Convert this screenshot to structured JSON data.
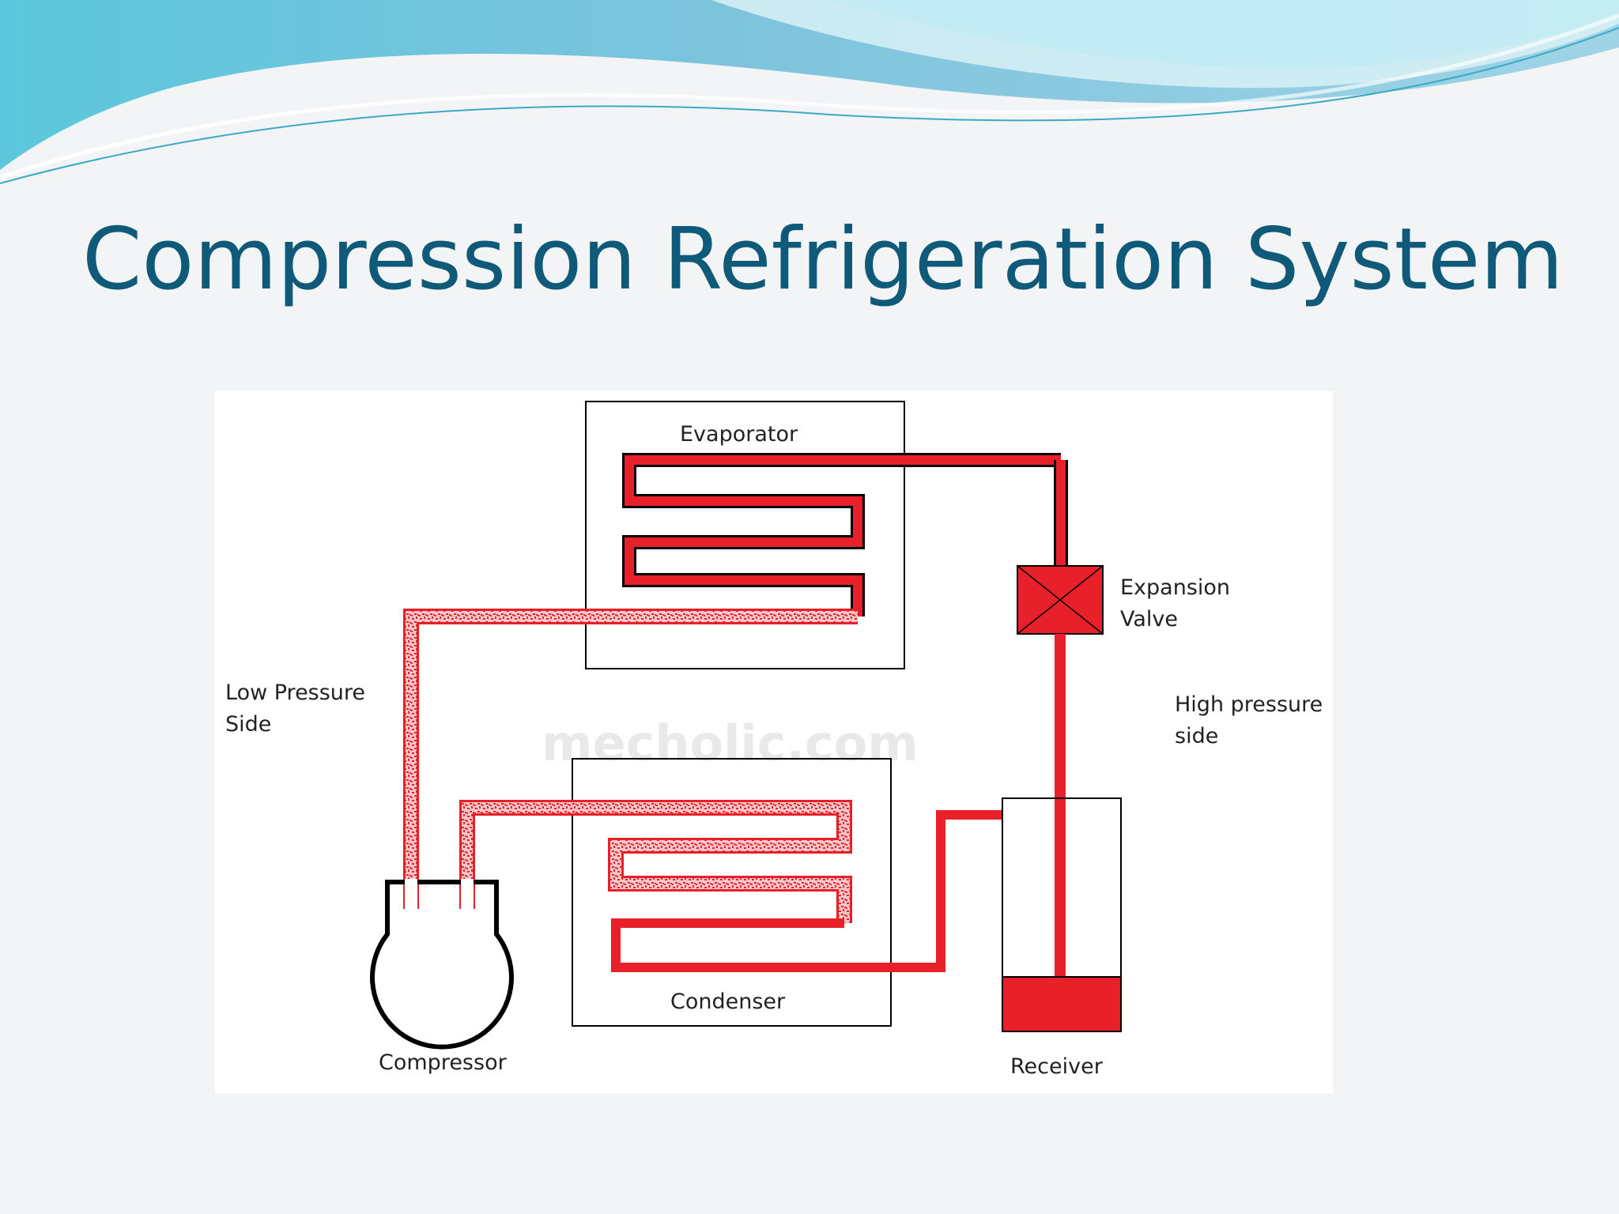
{
  "slide": {
    "title": "Compression Refrigeration System",
    "accent_color": "#0e5a78",
    "wave_colors": [
      "#8ec9de",
      "#4cc3d8",
      "#b9e6ef"
    ]
  },
  "diagram": {
    "watermark": "mecholic.com",
    "pipe_color": "#e8202a",
    "outline_color": "#000000",
    "components": {
      "evaporator": "Evaporator",
      "expansion_valve": [
        "Expansion",
        "Valve"
      ],
      "condenser": "Condenser",
      "compressor": "Compressor",
      "receiver": "Receiver"
    },
    "pressure_sides": {
      "low": [
        "Low Pressure",
        "Side"
      ],
      "high": [
        "High pressure",
        "side"
      ]
    }
  }
}
